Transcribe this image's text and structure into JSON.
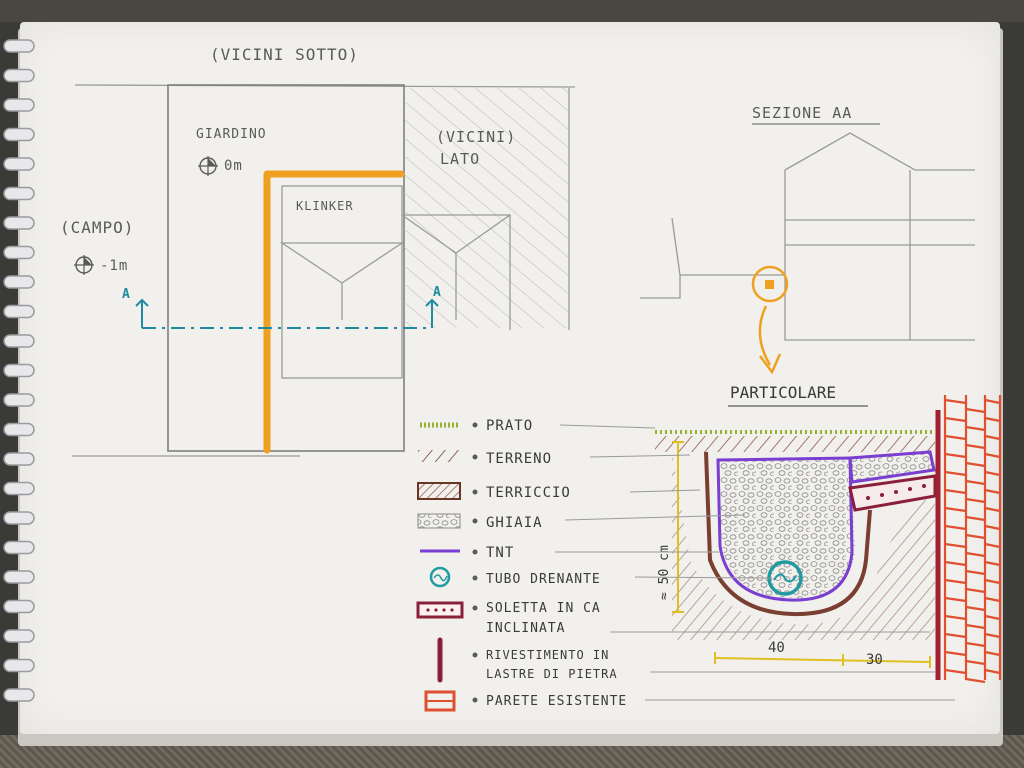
{
  "plan": {
    "vicini_sotto": "(VICINI SOTTO)",
    "vicini_lato": [
      "(VICINI)",
      "LATO"
    ],
    "giardino": "GIARDINO",
    "giardino_level": "0m",
    "campo": "(CAMPO)",
    "campo_level": "-1m",
    "klinker": "KLINKER",
    "section_mark": "A"
  },
  "section": {
    "title": "SEZIONE AA",
    "detail_title": "PARTICOLARE"
  },
  "legend": [
    {
      "id": "prato",
      "label": "PRATO"
    },
    {
      "id": "terreno",
      "label": "TERRENO"
    },
    {
      "id": "terriccio",
      "label": "TERRICCIO"
    },
    {
      "id": "ghiaia",
      "label": "GHIAIA"
    },
    {
      "id": "tnt",
      "label": "TNT"
    },
    {
      "id": "tubo",
      "label": "TUBO DRENANTE"
    },
    {
      "id": "soletta",
      "label": [
        "SOLETTA IN CA",
        "INCLINATA"
      ]
    },
    {
      "id": "rivestimento",
      "label": [
        "RIVESTIMENTO IN",
        "LASTRE DI PIETRA"
      ]
    },
    {
      "id": "parete",
      "label": "PARETE ESISTENTE"
    }
  ],
  "dimensions": {
    "depth": "≈ 50 cm",
    "width_a": "40",
    "width_b": "30"
  },
  "colors": {
    "orange": "#f0a020",
    "teal": "#1f9aa0",
    "purple": "#7a3fd0",
    "brown": "#7a3f30",
    "green": "#9ab030",
    "red_brick": "#e05030",
    "yellow": "#e0c020",
    "maroon": "#8a1f3a"
  }
}
